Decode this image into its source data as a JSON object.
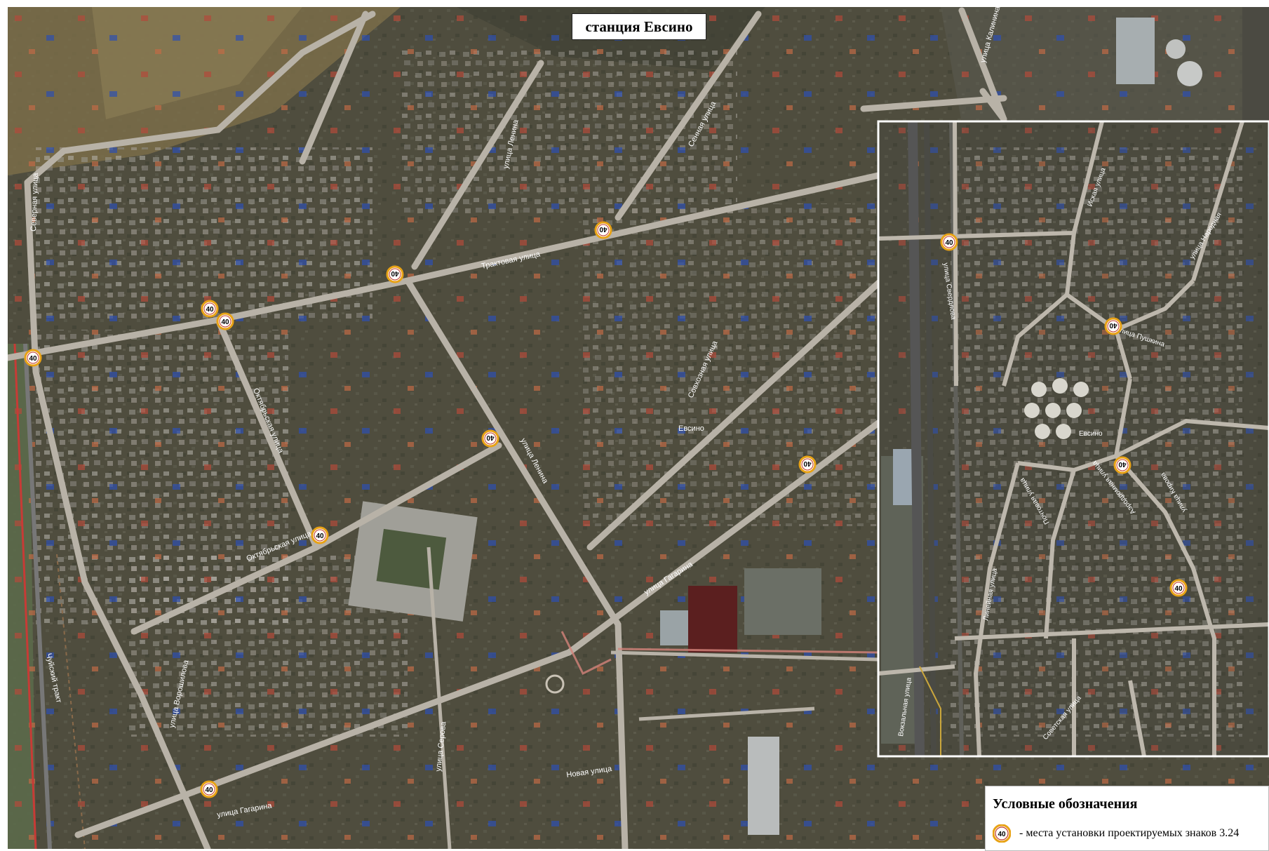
{
  "title": "станция Евсино",
  "sign": {
    "label": "40",
    "ring_color": "#e8a215",
    "dot_color": "#c0392b"
  },
  "streets": {
    "traktovaya": "Трактовая улица",
    "lenina_upper": "улица Ленина",
    "lenina_mid": "улица Ленина",
    "oktyabrskaya_v": "Октябрьская улица",
    "oktyabrskaya_h": "Октябрьская улица",
    "sovkhoznaya": "Совхозная улица",
    "gagarina_mid": "улица Гагарина",
    "gagarina_low": "улица Гагарина",
    "severnaya": "Северная улица",
    "sennaya": "Сенная улица",
    "chuyskiy": "Чуйский тракт",
    "voroshilova": "улица Ворошилова",
    "serova": "улица Серова",
    "novaya": "Новая улица",
    "kalinina": "улица Калинина",
    "iskaya": "Иская улица",
    "narodnaya": "улица Народная",
    "sverdlova": "улица Свердлова",
    "pushkina": "улица Пушкина",
    "kirova": "улица Кирова",
    "aerodromnaya": "Аэродромная улица",
    "pochtovaya": "Почтовая улица",
    "lineynaya": "Линейная улица",
    "sovetskaya": "Советская улица",
    "vokzalnaya": "Вокзальная улица"
  },
  "places": {
    "evsino_main": "Евсино",
    "evsino_inset": "Евсино"
  },
  "legend": {
    "title": "Условные обозначения",
    "text": "- места установки проектируемых знаков 3.24"
  }
}
